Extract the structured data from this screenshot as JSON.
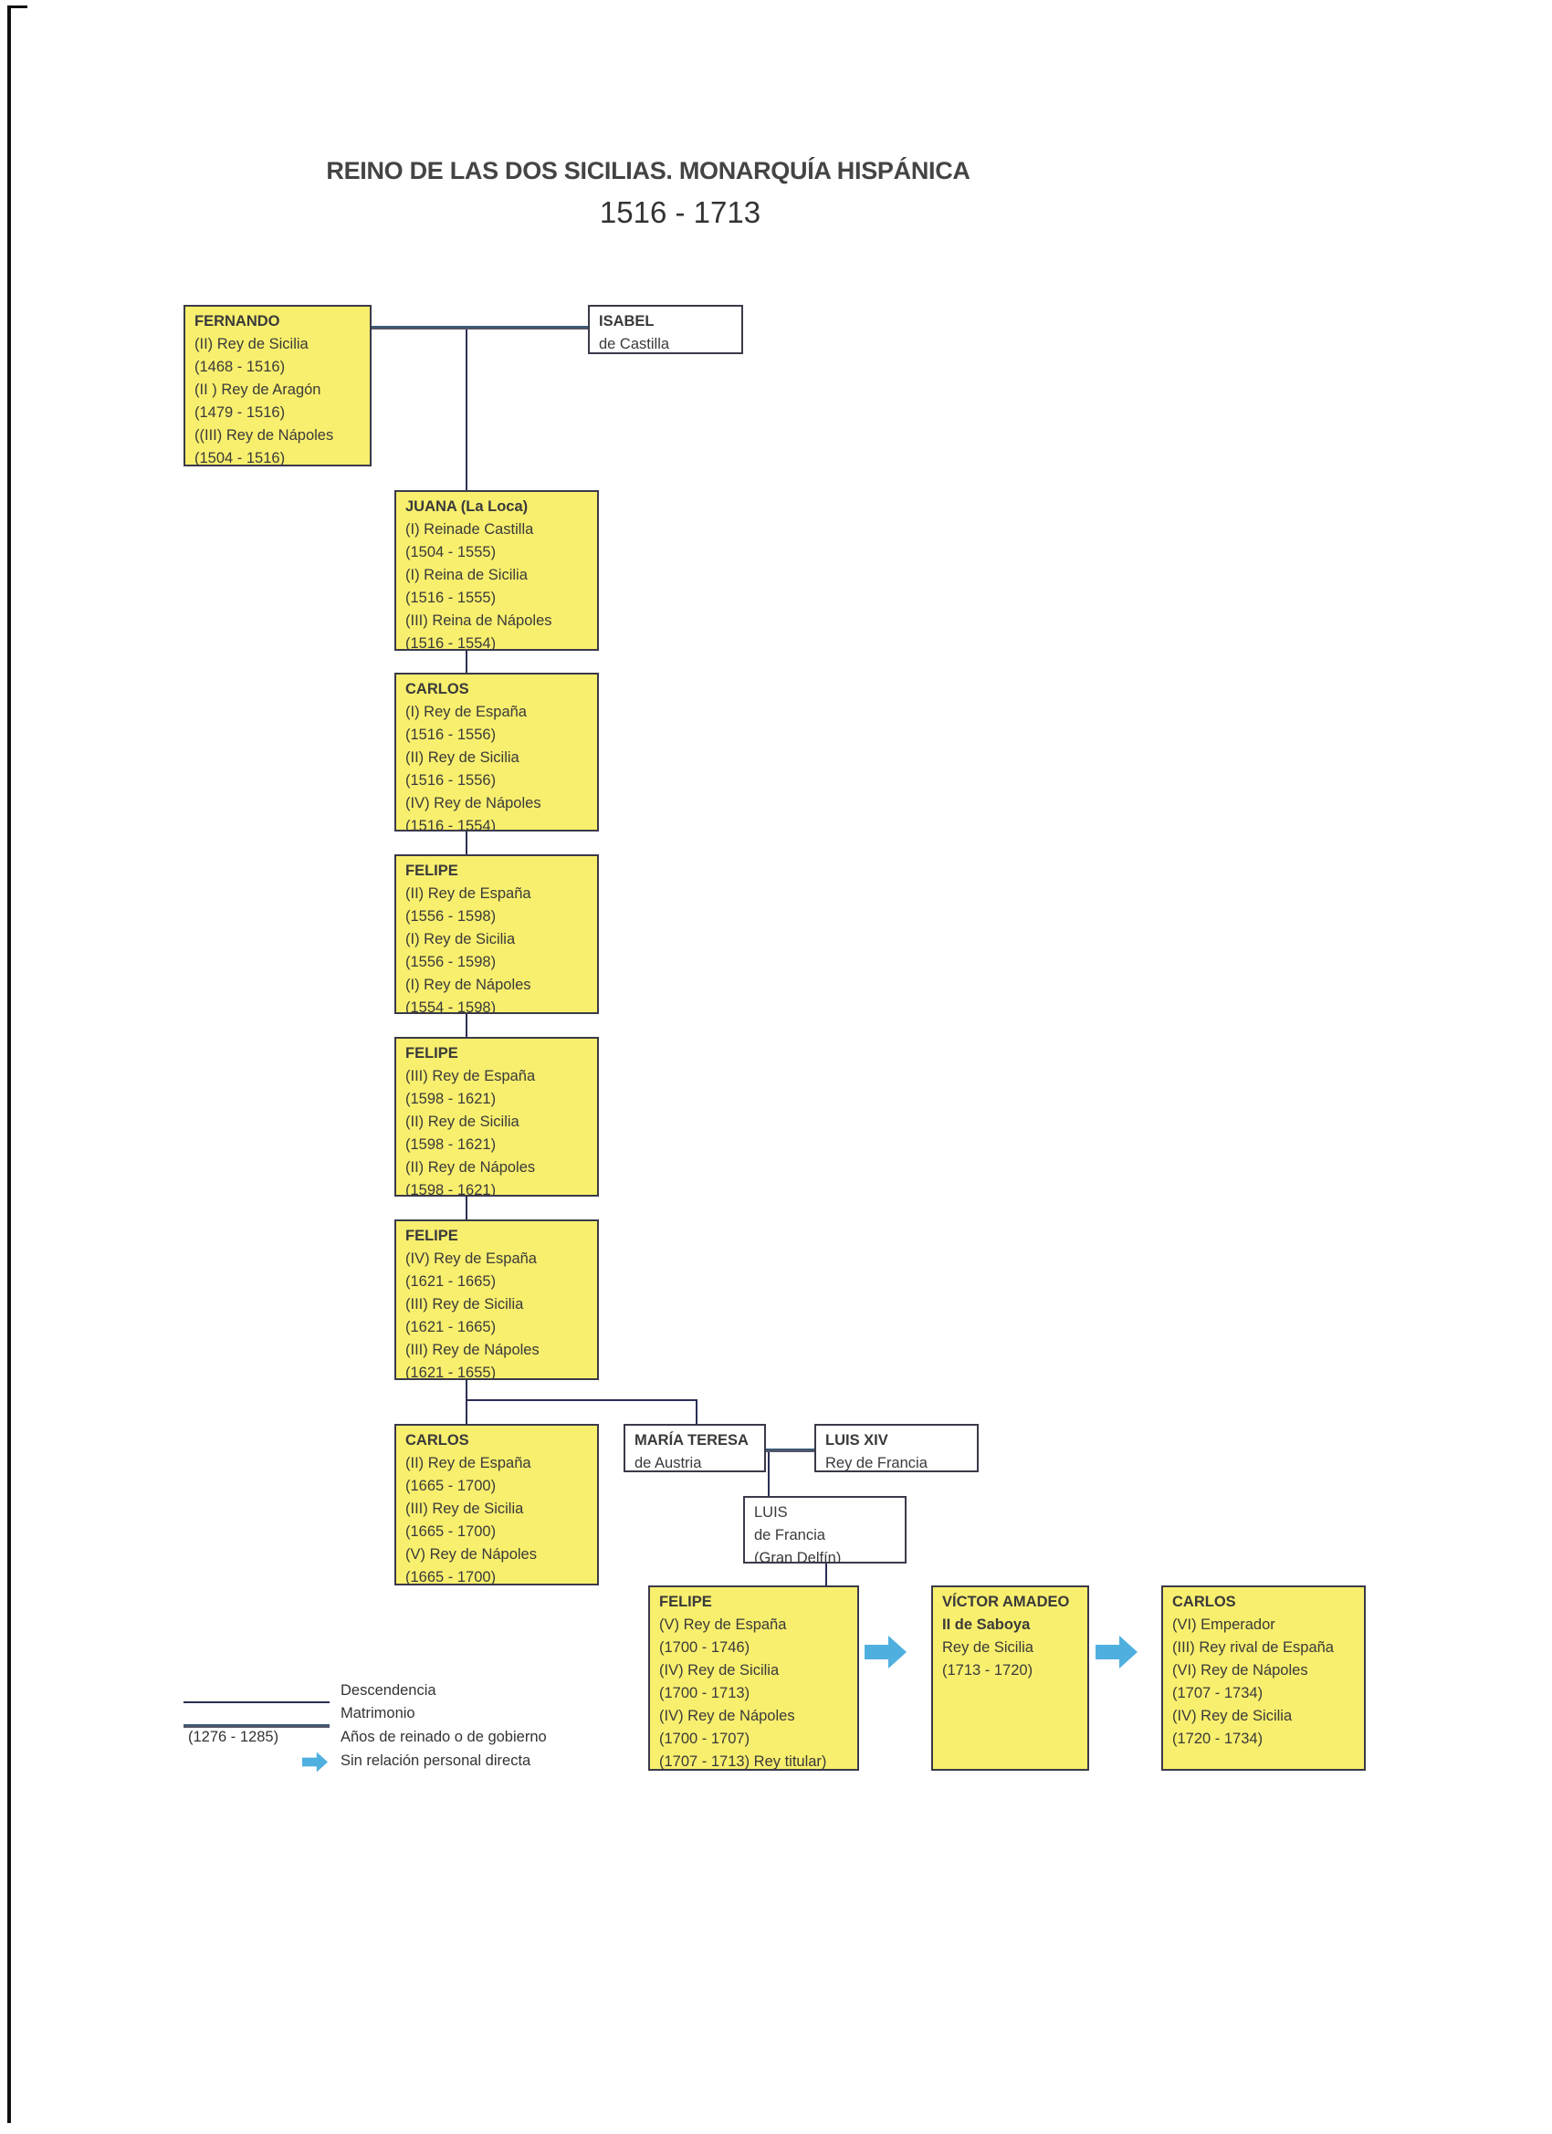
{
  "title": "REINO DE LAS DOS SICILIAS. MONARQUÍA HISPÁNICA",
  "period": "1516 - 1713",
  "colors": {
    "monarch_box": "#f8ef6e",
    "spouse_box": "#ffffff",
    "line": "#2b2f55",
    "arrow": "#4fb0e0"
  },
  "boxes": [
    {
      "id": "fernando",
      "lines": [
        "FERNANDO",
        "(II)  Rey de Sicilia",
        "(1468 - 1516)",
        "(II ) Rey de Aragón",
        "(1479 - 1516)",
        "((III) Rey de Nápoles",
        "(1504 - 1516)"
      ]
    },
    {
      "id": "isabel",
      "lines": [
        "ISABEL",
        "de Castilla"
      ]
    },
    {
      "id": "juana",
      "lines": [
        "JUANA (La Loca)",
        "(I) Reinade Castilla",
        "(1504 - 1555)",
        "(I) Reina de Sicilia",
        "(1516 - 1555)",
        "(III) Reina de Nápoles",
        "(1516 - 1554)"
      ]
    },
    {
      "id": "carlos-i",
      "lines": [
        "CARLOS",
        "(I) Rey de España",
        "(1516 - 1556)",
        "(II) Rey de Sicilia",
        "(1516 - 1556)",
        "(IV) Rey de Nápoles",
        "(1516  - 1554)"
      ]
    },
    {
      "id": "felipe-ii",
      "lines": [
        "FELIPE",
        "(II) Rey de España",
        "(1556 - 1598)",
        "(I) Rey de Sicilia",
        "(1556 - 1598)",
        "(I) Rey de Nápoles",
        "(1554 - 1598)"
      ]
    },
    {
      "id": "felipe-iii",
      "lines": [
        "FELIPE",
        "(III)  Rey de España",
        "(1598 - 1621)",
        "(II) Rey de Sicilia",
        "(1598 - 1621)",
        "(II) Rey de Nápoles",
        "(1598 - 1621)"
      ]
    },
    {
      "id": "felipe-iv",
      "lines": [
        "FELIPE",
        "(IV) Rey de España",
        "(1621 - 1665)",
        "(III) Rey de Sicilia",
        "(1621 - 1665)",
        "(III) Rey de Nápoles",
        "(1621 - 1655)"
      ]
    },
    {
      "id": "carlos-ii",
      "lines": [
        "CARLOS",
        "(II) Rey de España",
        "(1665 - 1700)",
        "(III) Rey de Sicilia",
        "(1665 - 1700)",
        "(V) Rey de Nápoles",
        "(1665 - 1700)"
      ]
    },
    {
      "id": "maria-teresa",
      "lines": [
        "MARÍA TERESA",
        "de Austria"
      ]
    },
    {
      "id": "luis-xiv",
      "lines": [
        "LUIS XIV",
        "Rey de Francia"
      ]
    },
    {
      "id": "luis-gran-delfin",
      "lines": [
        "LUIS",
        "de Francia",
        "(Gran Delfín)"
      ]
    },
    {
      "id": "felipe-v",
      "lines": [
        "FELIPE",
        "(V) Rey de España",
        "(1700 - 1746)",
        "(IV) Rey de Sicilia",
        "(1700 - 1713)",
        "(IV) Rey de Nápoles",
        "(1700 - 1707)",
        "(1707 - 1713) Rey titular)"
      ]
    },
    {
      "id": "victor-amadeo",
      "lines": [
        "VÍCTOR AMADEO",
        "II de Saboya",
        "Rey de Sicilia",
        "(1713 - 1720)"
      ]
    },
    {
      "id": "carlos-vi",
      "lines": [
        "CARLOS",
        "(VI) Emperador",
        "(III) Rey rival de España",
        "(VI) Rey de Nápoles",
        "(1707 - 1734)",
        "(IV)  Rey de Sicilia",
        "(1720 - 1734)"
      ]
    }
  ],
  "legend": {
    "descent": "Descendencia",
    "marriage": "Matrimonio",
    "years_sample": "(1276 - 1285)",
    "years": "Años de reinado o de gobierno",
    "no_relation": "Sin relación personal directa",
    "arrow_icon": "right-arrow-icon"
  }
}
